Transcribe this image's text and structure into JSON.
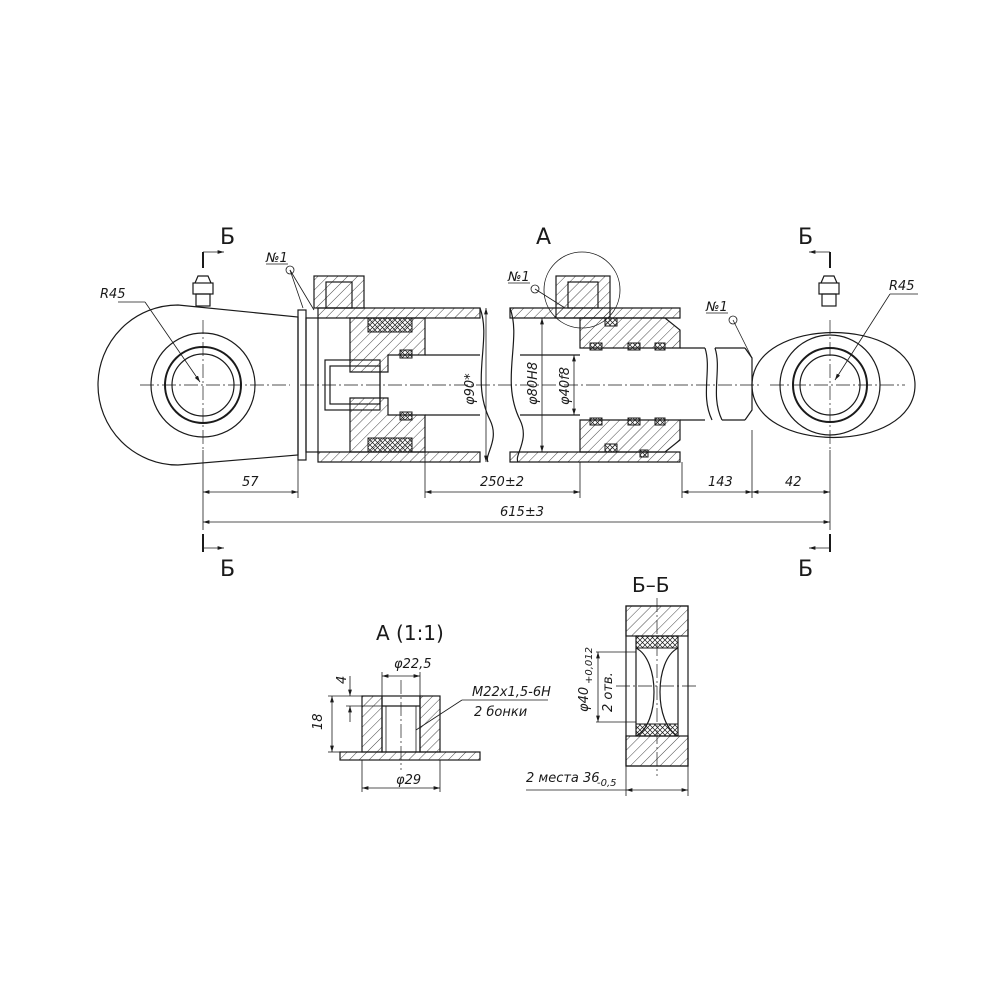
{
  "section_marks": {
    "b_top_left": "Б",
    "b_top_right": "Б",
    "b_bottom_left": "Б",
    "b_bottom_right": "Б",
    "a_callout": "А"
  },
  "callouts": {
    "weld_left": "№1",
    "weld_mid": "№1",
    "weld_right": "№1"
  },
  "radii": {
    "left": "R45",
    "right": "R45"
  },
  "diameters": {
    "outer": "φ90*",
    "bore": "φ80H8",
    "rod": "φ40f8"
  },
  "dimensions": {
    "left_eye": "57",
    "stroke": "250±2",
    "rod_ext": "143",
    "right_eye": "42",
    "overall": "615±3"
  },
  "detail_a": {
    "title": "А (1:1)",
    "inner_diameter": "φ22,5",
    "outer_diameter": "φ29",
    "depth_small": "4",
    "height": "18",
    "thread": "M22x1,5-6H",
    "qty": "2 бонки"
  },
  "section_bb": {
    "title": "Б–Б",
    "bore": "φ40",
    "bore_tol": "+0,012",
    "holes": "2 отв.",
    "width_note": "2 места 36",
    "width_tol": "-0,5"
  }
}
